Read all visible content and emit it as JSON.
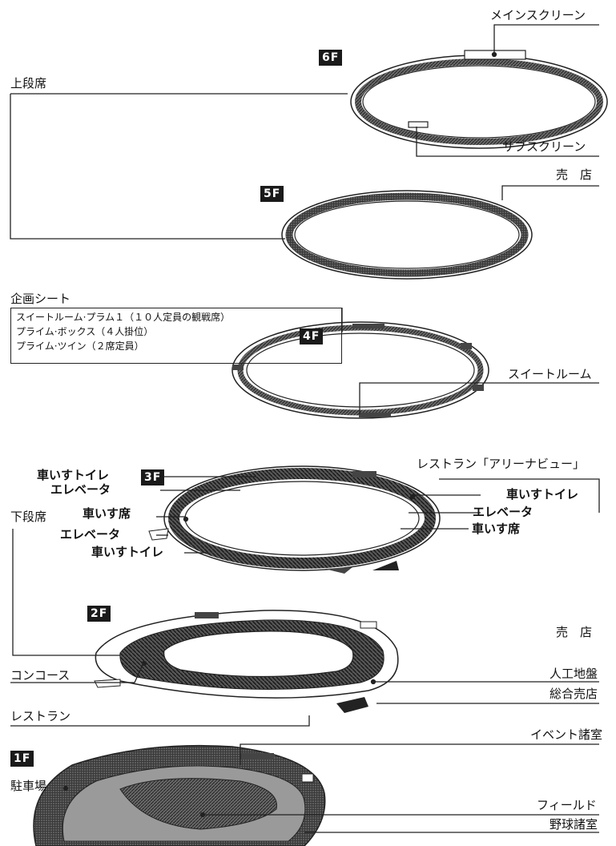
{
  "floors": {
    "f6": "6F",
    "f5": "5F",
    "f4": "4F",
    "f3": "3F",
    "f2": "2F",
    "f1": "1F"
  },
  "labels": {
    "main_screen": "メインスクリーン",
    "upper_seats": "上段席",
    "sub_screen": "サブスクリーン",
    "shop_5f": "売　店",
    "kikaku_seat": "企画シート",
    "kikaku_items": [
      "スイートルーム·プラム１（１０人定員の観戦席）",
      "プライム·ボックス（４人掛位）",
      "プライム·ツイン（２席定員）"
    ],
    "suite_room": "スイートルーム",
    "restaurant_arena": "レストラン「アリーナビュー」",
    "wheelchair_toilet_left_top": "車いすトイレ",
    "elevator_left_top": "エレベータ",
    "wheelchair_seat_left": "車いす席",
    "lower_seats": "下段席",
    "elevator_left_bottom": "エレベータ",
    "wheelchair_toilet_left_bottom": "車いすトイレ",
    "wheelchair_toilet_right": "車いすトイレ",
    "elevator_right": "エレベータ",
    "wheelchair_seat_right": "車いす席",
    "shop_2f": "売　店",
    "concourse": "コンコース",
    "artificial_ground": "人工地盤",
    "general_shop": "総合売店",
    "restaurant": "レストラン",
    "event_rooms": "イベント諸室",
    "parking": "駐車場",
    "field": "フィールド",
    "baseball_rooms": "野球諸室"
  }
}
